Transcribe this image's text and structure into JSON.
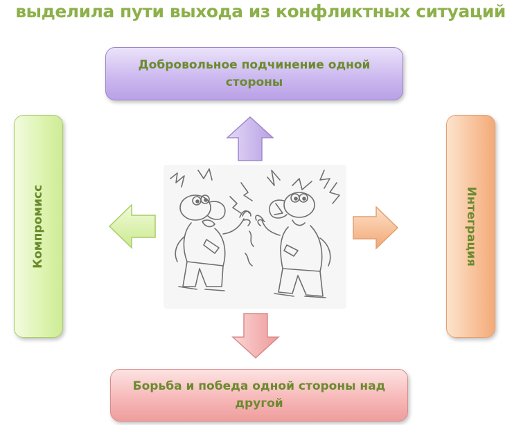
{
  "title": "выделила пути выхода из конфликтных ситуаций",
  "boxes": {
    "top": "Добровольное подчинение одной стороны",
    "bottom": "Борьба и победа одной стороны над другой",
    "left": "Компромисс",
    "right": "Интеграция"
  },
  "colors": {
    "text": "#6b8a2e",
    "title": "#8cb04a",
    "top_box": "#c9b6ef",
    "bottom_box": "#f4b0b0",
    "left_box": "#d9f2a9",
    "right_box": "#f6bb8f"
  },
  "image": {
    "icon": "two-arguing-men-cartoon-icon"
  }
}
